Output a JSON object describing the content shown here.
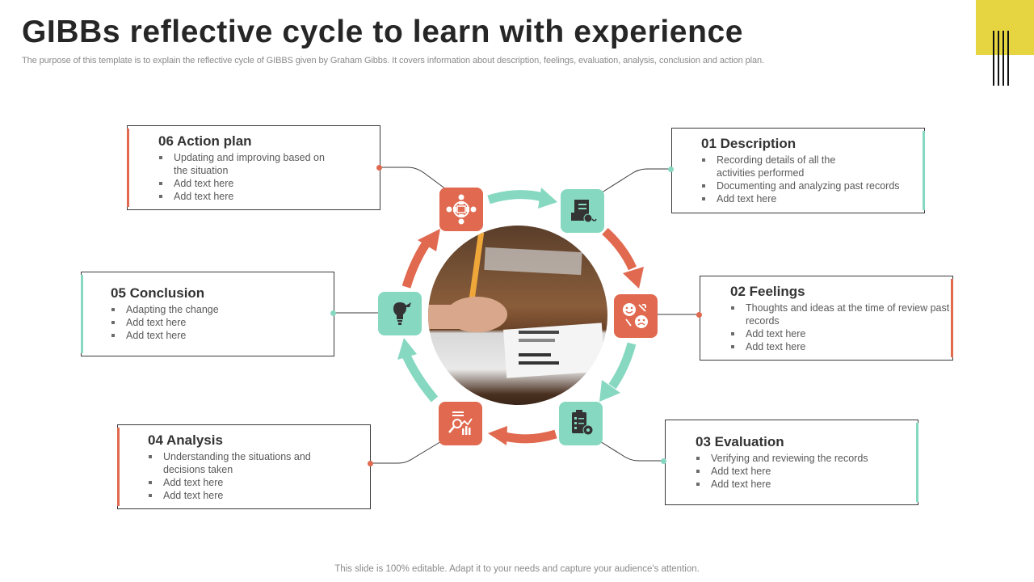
{
  "header": {
    "title": "GIBBs reflective cycle to learn with experience",
    "subtitle": "The purpose of this template is to explain the reflective cycle of GIBBS given by Graham Gibbs. It covers information about description, feelings, evaluation, analysis, conclusion and action plan."
  },
  "footer": "This slide is 100% editable. Adapt it to your needs and capture your audience's attention.",
  "colors": {
    "coral": "#e0694f",
    "mint": "#86d8c0",
    "accent_yellow": "#e6d441",
    "text_dark": "#333333",
    "text_body": "#595959"
  },
  "center_image": "photo-student-writing-with-pencil",
  "steps": [
    {
      "id": "description",
      "title": "01 Description",
      "color": "mint",
      "icon": "document-scroll-icon",
      "bullets": [
        "Recording details of all the activities performed",
        "Documenting and analyzing past records",
        "Add text here"
      ]
    },
    {
      "id": "feelings",
      "title": "02 Feelings",
      "color": "coral",
      "icon": "emotions-faces-icon",
      "bullets": [
        "Thoughts and ideas at the time of review past records",
        "Add text here",
        "Add text here"
      ]
    },
    {
      "id": "evaluation",
      "title": "03 Evaluation",
      "color": "mint",
      "icon": "clipboard-gear-icon",
      "bullets": [
        "Verifying and reviewing the records",
        "Add text here",
        "Add text here"
      ]
    },
    {
      "id": "analysis",
      "title": "04 Analysis",
      "color": "coral",
      "icon": "analytics-magnifier-icon",
      "bullets": [
        "Understanding the situations and decisions taken",
        "Add text here",
        "Add text here"
      ]
    },
    {
      "id": "conclusion",
      "title": "05 Conclusion",
      "color": "mint",
      "icon": "head-lightbulb-icon",
      "bullets": [
        "Adapting the change",
        "Add text here",
        "Add text here"
      ]
    },
    {
      "id": "action-plan",
      "title": "06 Action plan",
      "color": "coral",
      "icon": "team-meeting-icon",
      "bullets": [
        "Updating and improving based on the situation",
        "Add text here",
        "Add text here"
      ]
    }
  ]
}
